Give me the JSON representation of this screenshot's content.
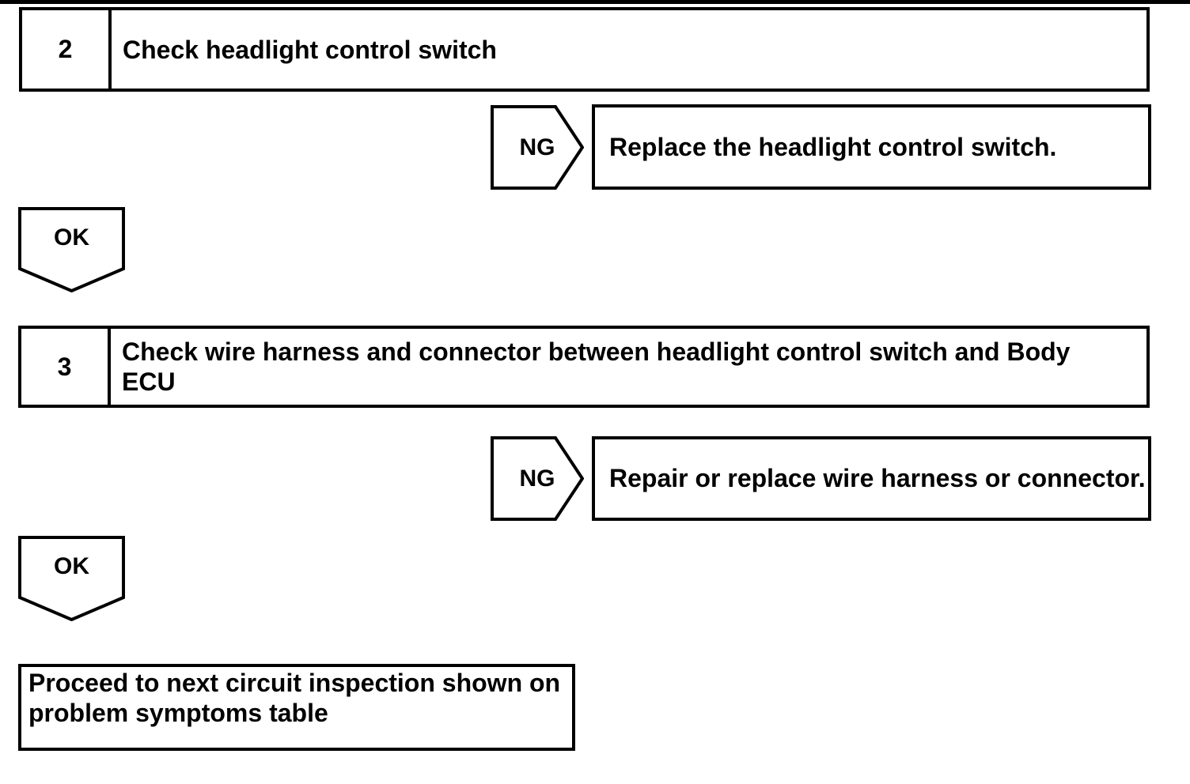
{
  "canvas": {
    "background_color": "#ffffff",
    "line_color": "#000000"
  },
  "flowchart": {
    "steps": [
      {
        "number": "2",
        "title": "Check headlight control switch",
        "ng_label": "NG",
        "ng_action": "Replace the headlight control switch.",
        "ok_label": "OK"
      },
      {
        "number": "3",
        "title": "Check wire harness and connector between headlight control switch and Body\nECU",
        "ng_label": "NG",
        "ng_action": "Repair or replace wire harness or connector.",
        "ok_label": "OK"
      }
    ],
    "result": "Proceed to next circuit inspection shown on\nproblem symptoms table"
  }
}
